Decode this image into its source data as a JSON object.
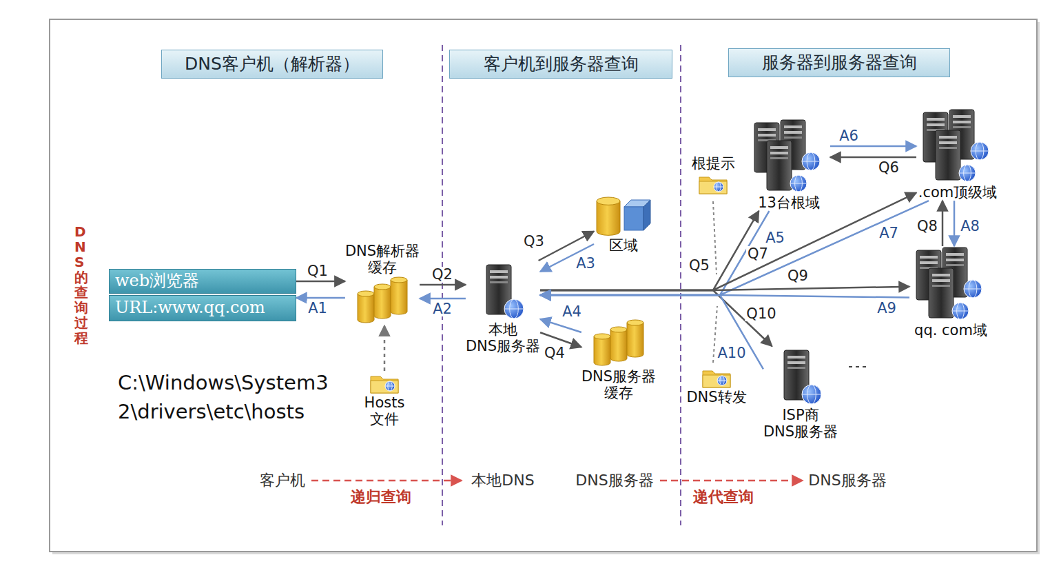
{
  "diagram": {
    "nodes": [
      {
        "text": [
          "DNS客户机（解析器）"
        ]
      },
      {
        "text": [
          "客户机到服务器查询"
        ]
      },
      {
        "text": [
          "服务器到服务器查询"
        ]
      },
      {
        "text": [
          "web浏览器"
        ]
      },
      {
        "text": [
          "URL:www.qq.com"
        ]
      },
      {
        "text": [
          "DNS解析器 缓存"
        ]
      },
      {
        "text": [
          "Hosts 文件"
        ]
      },
      {
        "text": [
          "C:\\Windows\\System32\\drivers\\etc\\hosts"
        ]
      },
      {
        "text": [
          "本地 DNS服务器"
        ]
      },
      {
        "text": [
          "区域"
        ]
      },
      {
        "text": [
          "DNS服务器 缓存"
        ]
      },
      {
        "text": [
          "根提示"
        ]
      },
      {
        "text": [
          "13台根域"
        ]
      },
      {
        "text": [
          ".com顶级域"
        ]
      },
      {
        "text": [
          "qq. com域"
        ]
      },
      {
        "text": [
          "DNS转发"
        ]
      },
      {
        "text": [
          "ISP商 DNS服务器"
        ]
      }
    ],
    "edges": [
      {
        "from": 3,
        "to": 5,
        "label": "Q1",
        "arrow": "to"
      },
      {
        "from": 5,
        "to": 4,
        "label": "A1",
        "arrow": "to"
      },
      {
        "from": 5,
        "to": 8,
        "label": "Q2",
        "arrow": "to"
      },
      {
        "from": 8,
        "to": 5,
        "label": "A2",
        "arrow": "to"
      },
      {
        "from": 8,
        "to": 9,
        "label": "Q3",
        "arrow": "to"
      },
      {
        "from": 9,
        "to": 8,
        "label": "A3",
        "arrow": "to"
      },
      {
        "from": 8,
        "to": 10,
        "label": "Q4",
        "arrow": "to"
      },
      {
        "from": 10,
        "to": 8,
        "label": "A4",
        "arrow": "to"
      },
      {
        "from": 8,
        "to": 12,
        "label": "Q5",
        "arrow": "to"
      },
      {
        "from": 12,
        "to": 8,
        "label": "A5",
        "arrow": "to"
      },
      {
        "from": 12,
        "to": 13,
        "label": "A6",
        "arrow": "to"
      },
      {
        "from": 13,
        "to": 12,
        "label": "Q6",
        "arrow": "to"
      },
      {
        "from": 8,
        "to": 13,
        "label": "Q7",
        "arrow": "to"
      },
      {
        "from": 13,
        "to": 8,
        "label": "A7",
        "arrow": "to"
      },
      {
        "from": 14,
        "to": 13,
        "label": "Q8",
        "arrow": "to"
      },
      {
        "from": 13,
        "to": 14,
        "label": "A8",
        "arrow": "to"
      },
      {
        "from": 8,
        "to": 14,
        "label": "Q9",
        "arrow": "to"
      },
      {
        "from": 14,
        "to": 8,
        "label": "A9",
        "arrow": "to"
      },
      {
        "from": 8,
        "to": 16,
        "label": "Q10",
        "arrow": "to"
      },
      {
        "from": 16,
        "to": 8,
        "label": "A10",
        "arrow": "to"
      },
      {
        "from": 6,
        "to": 5,
        "arrow": "to"
      }
    ],
    "labels": [
      "DNS的查询过程",
      "客户机",
      "递归查询",
      "本地DNS",
      "DNS服务器",
      "递代查询",
      "DNS服务器"
    ]
  }
}
